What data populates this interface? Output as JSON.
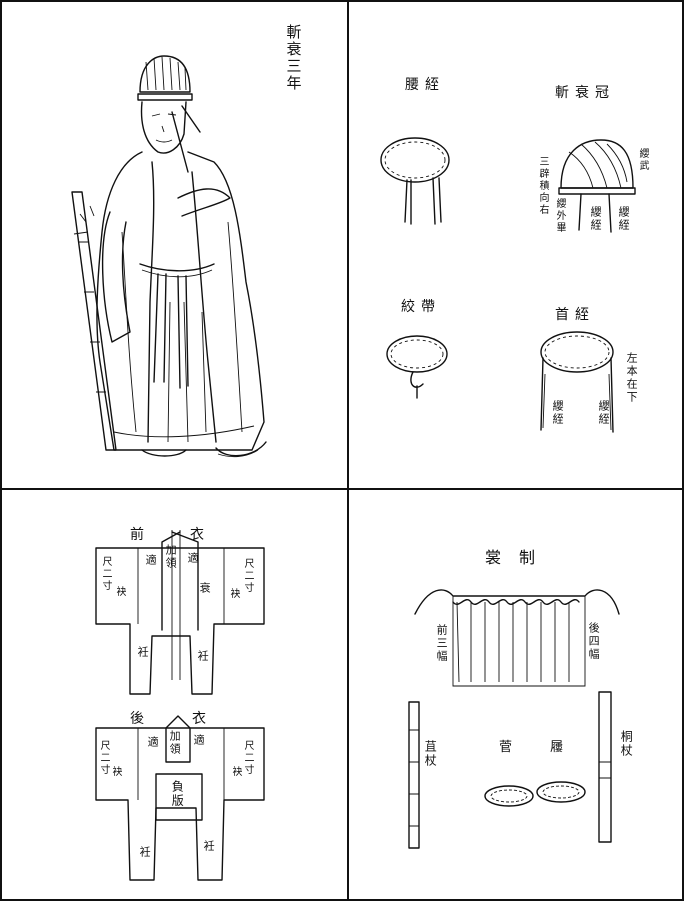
{
  "panels": {
    "figure": {
      "title": "斬衰三年"
    },
    "accessories": {
      "waist_cord": "腰絰",
      "crown": "斬衰冠",
      "crown_note": "三辟積向右",
      "crown_side_left": "纓外畢",
      "crown_side_right": "纓武",
      "crown_cord_left": "纓絰",
      "crown_cord_right": "纓絰",
      "twisted_belt": "絞帶",
      "head_cord": "首絰",
      "head_note": "左本在下",
      "head_cord_left": "纓絰",
      "head_cord_right": "纓絰"
    },
    "garment": {
      "front_title": "前衣",
      "back_title": "後衣",
      "front_labels": [
        "適",
        "加領",
        "適",
        "衰",
        "衽",
        "衽",
        "尺二寸",
        "尺二寸",
        "袂",
        "袂"
      ],
      "back_labels": [
        "適",
        "加領",
        "適",
        "負版",
        "衽",
        "衽",
        "尺二寸",
        "尺二寸",
        "袂",
        "袂"
      ]
    },
    "skirt": {
      "title": "裳制",
      "front_label": "前三幅",
      "back_label": "後四幅",
      "bamboo_staff": "苴杖",
      "wood_staff": "桐杖",
      "sandals": "菅屨"
    }
  }
}
